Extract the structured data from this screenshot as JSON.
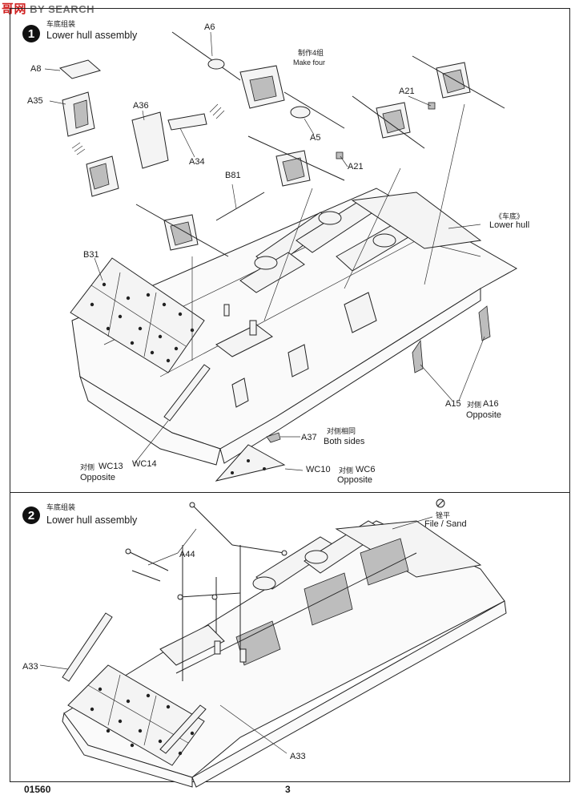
{
  "watermark": {
    "logo": "哥网",
    "text": "BY SEARCH"
  },
  "step1": {
    "number": "1",
    "title_cn": "车底组装",
    "title_en": "Lower hull assembly",
    "labels": {
      "a6": "A6",
      "make_four_cn": "制作4组",
      "make_four_en": "Make four",
      "a8": "A8",
      "a35": "A35",
      "a36": "A36",
      "a34": "A34",
      "a5": "A5",
      "a21_top": "A21",
      "a21_mid": "A21",
      "b81": "B81",
      "lower_hull_cn": "《车底》",
      "lower_hull_en": "Lower hull",
      "b31": "B31",
      "a15": "A15",
      "opposite_cn_a16": "对侧",
      "a16": "A16",
      "opposite_a16": "Opposite",
      "a37": "A37",
      "both_sides_cn": "对侧相同",
      "both_sides_en": "Both sides",
      "opposite_cn_wc13": "对侧",
      "wc13": "WC13",
      "opposite_wc13": "Opposite",
      "wc14": "WC14",
      "wc10": "WC10",
      "opposite_cn_wc6": "对侧",
      "wc6": "WC6",
      "opposite_wc6": "Opposite"
    }
  },
  "step2": {
    "number": "2",
    "title_cn": "车底组装",
    "title_en": "Lower hull assembly",
    "labels": {
      "file_sand_cn": "锉平",
      "file_sand_en": "File / Sand",
      "a44": "A44",
      "a33_left": "A33",
      "a33_bottom": "A33"
    }
  },
  "footer": {
    "model_number": "01560",
    "page_number": "3"
  }
}
